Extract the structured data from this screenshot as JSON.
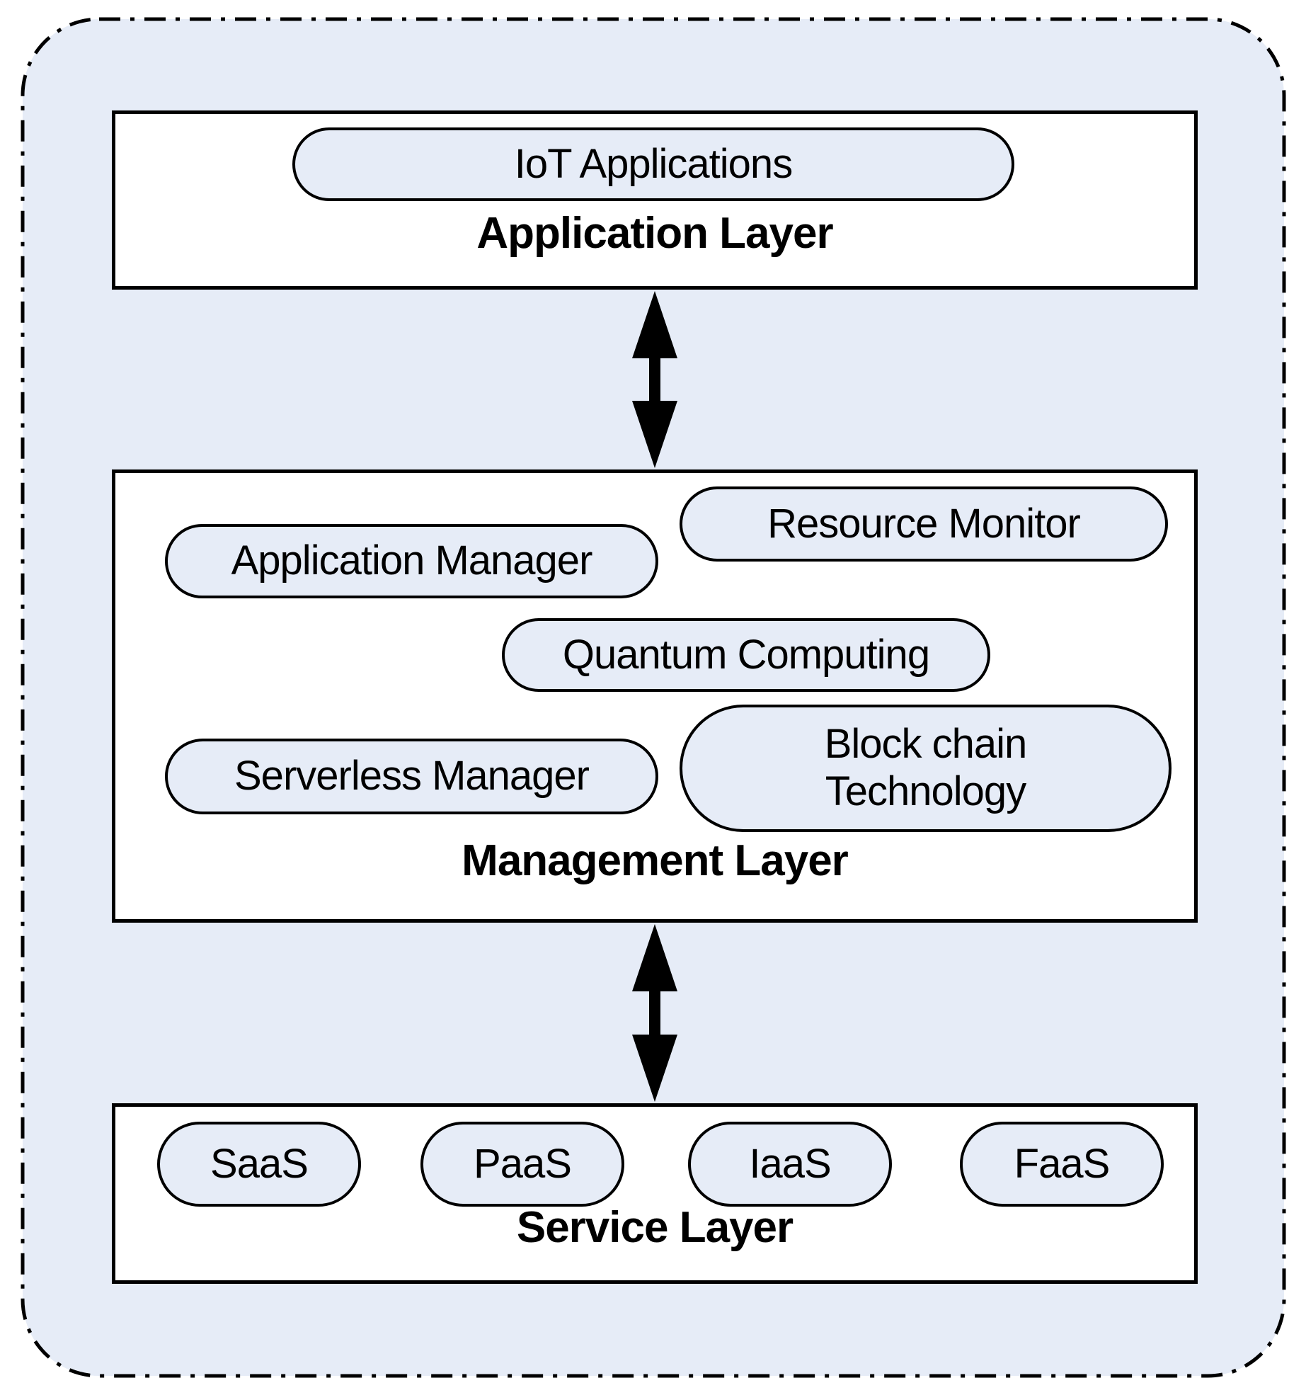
{
  "colors": {
    "canvas_fill": "#e6ecf7",
    "pill_fill": "#e6ecf7",
    "box_fill": "#ffffff",
    "line": "#000000"
  },
  "application_layer": {
    "title": "Application Layer",
    "pills": {
      "iot": "IoT Applications"
    }
  },
  "management_layer": {
    "title": "Management Layer",
    "pills": {
      "application_manager": "Application Manager",
      "resource_monitor": "Resource Monitor",
      "quantum_computing": "Quantum Computing",
      "serverless_manager": "Serverless Manager",
      "blockchain": "Block chain\nTechnology"
    }
  },
  "service_layer": {
    "title": "Service Layer",
    "pills": {
      "saas": "SaaS",
      "paas": "PaaS",
      "iaas": "IaaS",
      "faas": "FaaS"
    }
  }
}
